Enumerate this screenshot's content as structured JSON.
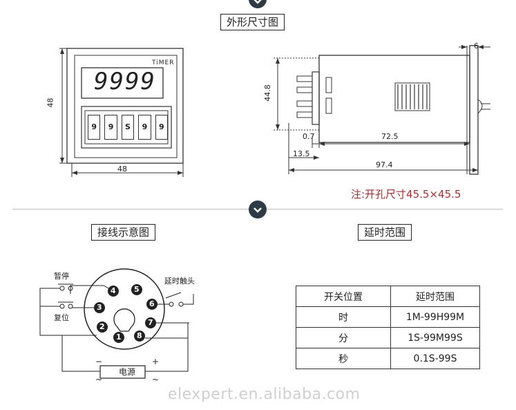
{
  "sections": {
    "outline_title": "外形尺寸图",
    "wiring_title": "接线示意图",
    "delay_title": "延时范围"
  },
  "front_view": {
    "brand": "TiMER",
    "display": "9999",
    "digits": [
      "9",
      "9",
      "S",
      "9",
      "9"
    ],
    "dim_height": "48",
    "dim_width": "48"
  },
  "side_view": {
    "dim_flange": "6",
    "dim_panel": "44.8",
    "dim_a": "0.7",
    "dim_b": "72.5",
    "dim_c": "13.5",
    "dim_total": "97.4"
  },
  "note": "注:开孔尺寸45.5×45.5",
  "wiring": {
    "pause_label": "暂停",
    "reset_label": "复位",
    "contact_label": "延时触头",
    "power_label": "电源",
    "minus": "−",
    "plus": "+",
    "ac_left": "~",
    "ac_right": "~",
    "pins": [
      "1",
      "2",
      "3",
      "4",
      "5",
      "6",
      "7",
      "8"
    ]
  },
  "delay_table": {
    "headers": [
      "开关位置",
      "延时范围"
    ],
    "rows": [
      [
        "时",
        "1M-99H99M"
      ],
      [
        "分",
        "1S-99M99S"
      ],
      [
        "秒",
        "0.1S-99S"
      ]
    ]
  },
  "watermark": "elexpert.en.alibaba.com"
}
